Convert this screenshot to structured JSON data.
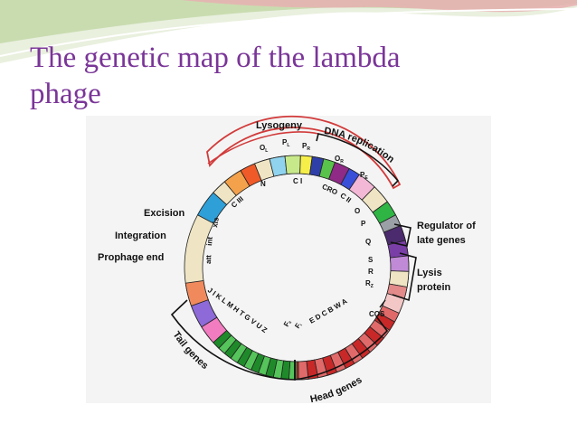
{
  "slide": {
    "title_line1": "The genetic map of the lambda",
    "title_line2": "phage"
  },
  "colors": {
    "title": "#7a3598",
    "wave_green": "#c9dcb0",
    "wave_pink": "#e8b0b2",
    "accent_red": "#d23a3a"
  },
  "diagram": {
    "labels": {
      "lysogeny": "Lysogeny",
      "dna_replication": "DNA replication",
      "regulator_line1": "Regulator of",
      "regulator_line2": "late genes",
      "lysis_line1": "Lysis",
      "lysis_line2": "protein",
      "cos": "COS",
      "excision": "Excision",
      "integration": "Integration",
      "prophage_end": "Prophage end",
      "tail_genes": "Tail genes",
      "head_genes": "Head genes"
    },
    "gene_labels": {
      "ol": "O",
      "ol_sub": "L",
      "pl": "P",
      "pl_sub": "L",
      "pr": "P",
      "pr_sub": "R",
      "or": "O",
      "or_sub": "R",
      "pe": "P",
      "pe_sub": "E",
      "n": "N",
      "ci": "C I",
      "ciii": "C III",
      "cro": "CRO",
      "cii": "C II",
      "o": "O",
      "p": "P",
      "q": "Q",
      "s": "S",
      "r": "R",
      "rz": "R",
      "rz_sub": "Z",
      "int": "int",
      "xis": "xis",
      "att": "att",
      "tail_letters": "J I K L M H T G V U Z",
      "fii": "F",
      "fii_sub": "II",
      "fi": "F",
      "fi_sub": "I",
      "head_letters": "E D C B W A"
    }
  }
}
